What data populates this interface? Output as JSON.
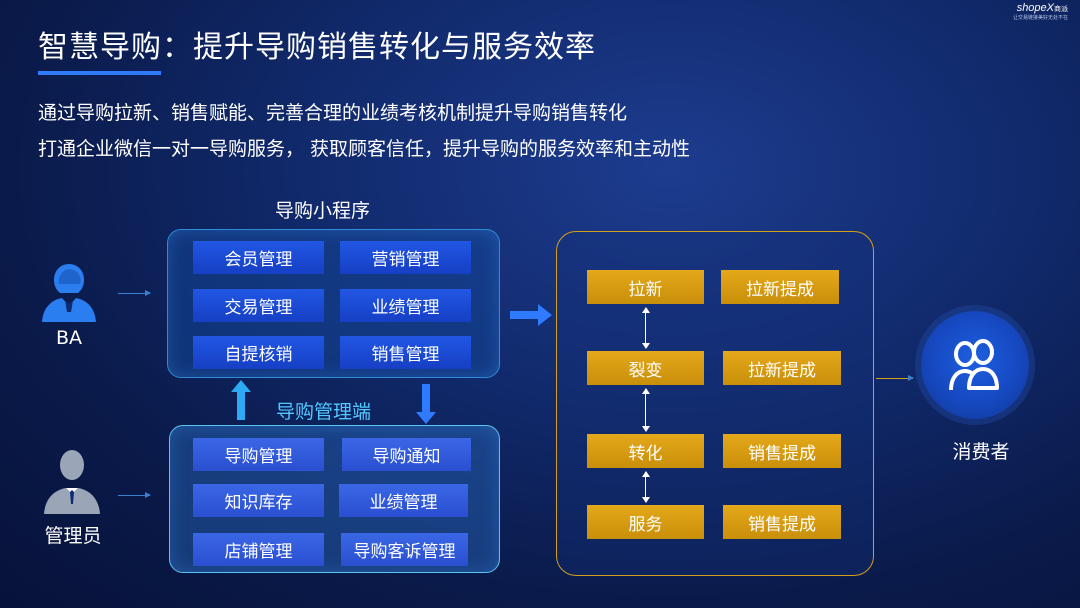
{
  "header": {
    "title": "智慧导购：提升导购销售转化与服务效率",
    "logo_text": "shopeX",
    "logo_cn": "商派",
    "logo_tagline": "让交易链接美好无处不在"
  },
  "subtitles": [
    "通过导购拉新、销售赋能、完善合理的业绩考核机制提升导购销售转化",
    "打通企业微信一对一导购服务， 获取顾客信任，提升导购的服务效率和主动性"
  ],
  "actors": {
    "ba": {
      "label": "BA",
      "icon": "ba-person-icon"
    },
    "admin": {
      "label": "管理员",
      "icon": "admin-person-icon"
    },
    "consumer": {
      "label": "消费者",
      "icon": "consumers-icon"
    }
  },
  "mini_program": {
    "label": "导购小程序",
    "items": [
      "会员管理",
      "营销管理",
      "交易管理",
      "业绩管理",
      "自提核销",
      "销售管理"
    ]
  },
  "management": {
    "label": "导购管理端",
    "items": [
      "导购管理",
      "导购通知",
      "知识库存",
      "业绩管理",
      "店铺管理",
      "导购客诉管理"
    ]
  },
  "flow": {
    "steps": [
      "拉新",
      "裂变",
      "转化",
      "服务"
    ],
    "rewards": [
      "拉新提成",
      "拉新提成",
      "销售提成",
      "销售提成"
    ]
  },
  "colors": {
    "title_accent": "#2f7bff",
    "panel_border": "#2f8bd6",
    "flow_border": "#d4a018",
    "gold_box": "#d99b12",
    "connector": "#4a8fe8"
  }
}
